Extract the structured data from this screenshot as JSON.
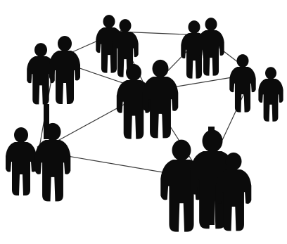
{
  "scene": {
    "subject": "social-network-people-clusters",
    "colors": {
      "background": "#ffffff",
      "figure": "#0b0b0b",
      "link": "#3a3a3a"
    },
    "groups": [
      {
        "id": "top-center",
        "people": 2
      },
      {
        "id": "top-right",
        "people": 2
      },
      {
        "id": "upper-left",
        "people": 2
      },
      {
        "id": "right",
        "people": 2
      },
      {
        "id": "center",
        "people": 2
      },
      {
        "id": "left",
        "people": 2
      },
      {
        "id": "bottom-right",
        "people": 3
      }
    ],
    "links": [
      {
        "from": "top-center",
        "to": "top-right"
      },
      {
        "from": "top-center",
        "to": "upper-left"
      },
      {
        "from": "top-center",
        "to": "center"
      },
      {
        "from": "top-right",
        "to": "right"
      },
      {
        "from": "top-right",
        "to": "center"
      },
      {
        "from": "upper-left",
        "to": "center"
      },
      {
        "from": "upper-left",
        "to": "left"
      },
      {
        "from": "right",
        "to": "center"
      },
      {
        "from": "right",
        "to": "bottom-right"
      },
      {
        "from": "center",
        "to": "left"
      },
      {
        "from": "center",
        "to": "bottom-right"
      },
      {
        "from": "left",
        "to": "bottom-right"
      }
    ]
  }
}
